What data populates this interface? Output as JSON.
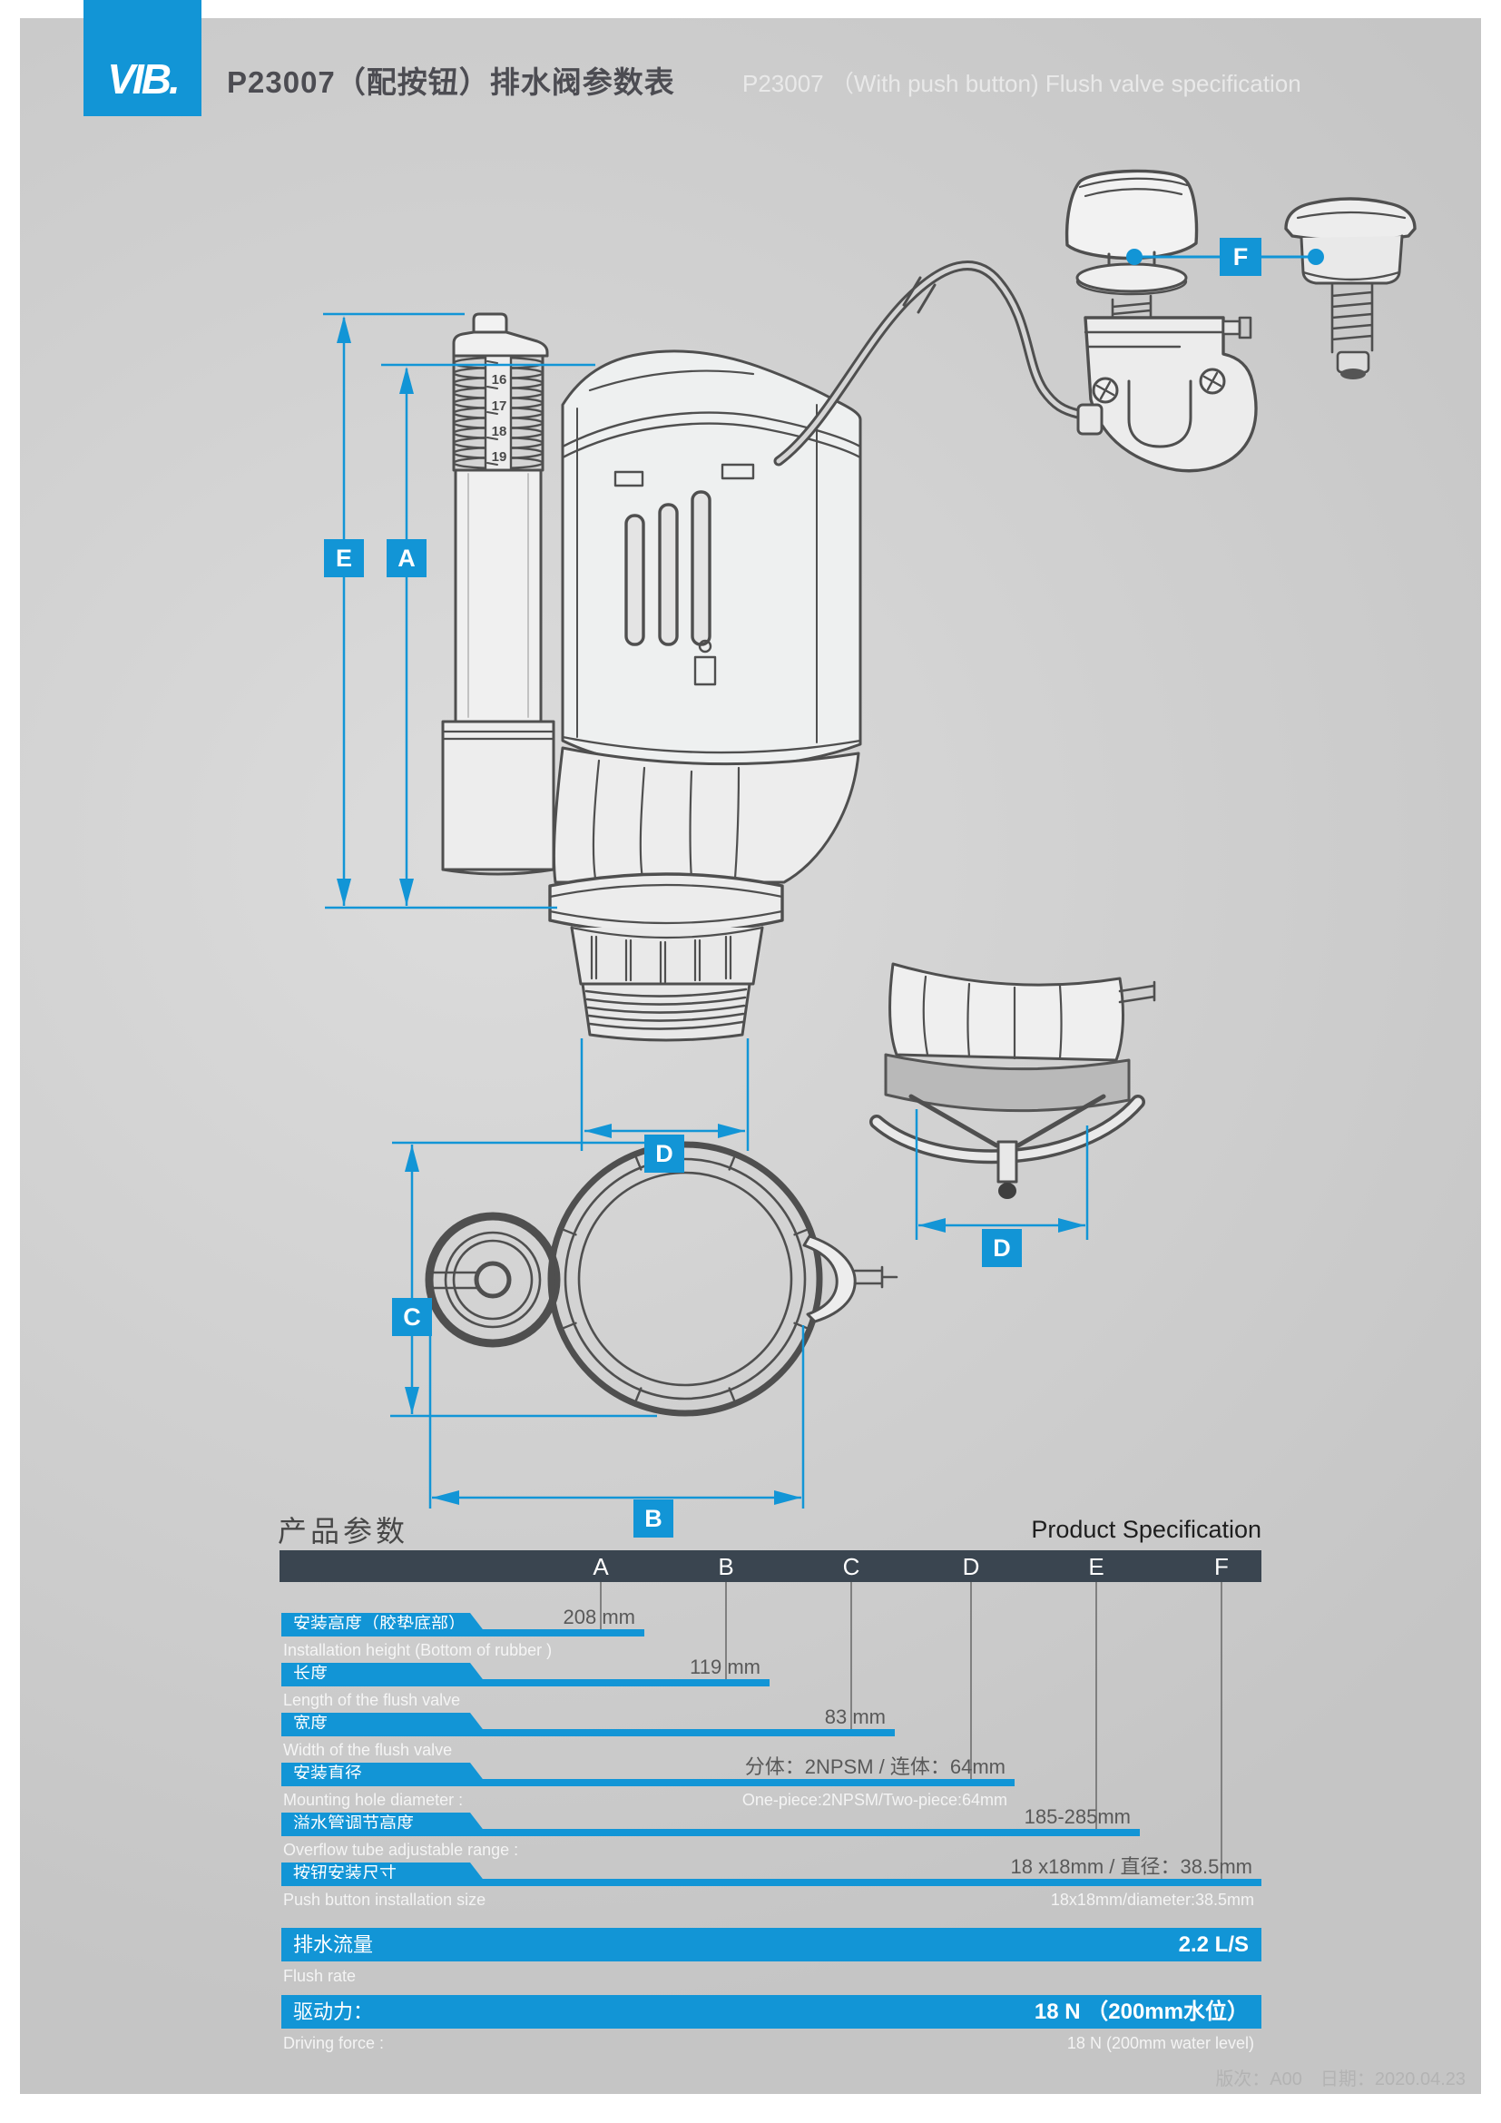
{
  "colors": {
    "accent": "#1295d6",
    "dark_bar": "#3a4550",
    "sheet": "#cfcfcf"
  },
  "header": {
    "logo": "VIB.",
    "title_cn": "P23007（配按钮）排水阀参数表",
    "title_en": "P23007 （With push button) Flush valve specification"
  },
  "drawing": {
    "dim_labels": {
      "a": "A",
      "b": "B",
      "c": "C",
      "d": "D",
      "d2": "D",
      "e": "E",
      "f": "F"
    },
    "tube_scale": [
      "16",
      "17",
      "18",
      "19"
    ]
  },
  "table": {
    "title_cn": "产品参数",
    "title_en": "Product Specification",
    "columns": [
      "A",
      "B",
      "C",
      "D",
      "E",
      "F"
    ],
    "rows": [
      {
        "cn": "安装高度（胶垫底部）",
        "en": "Installation height (Bottom of rubber )",
        "value": "208 mm",
        "value_en": ""
      },
      {
        "cn": "长度",
        "en": "Length of the flush valve",
        "value": "119 mm",
        "value_en": ""
      },
      {
        "cn": "宽度",
        "en": "Width of the flush valve",
        "value": "83 mm",
        "value_en": ""
      },
      {
        "cn": "安装直径",
        "en": "Mounting hole diameter :",
        "value": "分体：2NPSM / 连体：64mm",
        "value_en": "One-piece:2NPSM/Two-piece:64mm"
      },
      {
        "cn": "溢水管调节高度",
        "en": "Overflow tube adjustable range :",
        "value": "185-285mm",
        "value_en": ""
      },
      {
        "cn": "按钮安装尺寸",
        "en": "Push button installation size",
        "value": "18 x18mm / 直径：38.5mm",
        "value_en": "18x18mm/diameter:38.5mm"
      }
    ],
    "full_rows": [
      {
        "cn": "排水流量",
        "en": "Flush rate",
        "value": "2.2 L/S",
        "value_en": ""
      },
      {
        "cn": "驱动力：",
        "en": "Driving force :",
        "value": "18 N （200mm水位）",
        "value_en": "18 N (200mm water level)"
      }
    ]
  },
  "footer": {
    "revision": "版次：A00　日期：2020.04.23"
  }
}
